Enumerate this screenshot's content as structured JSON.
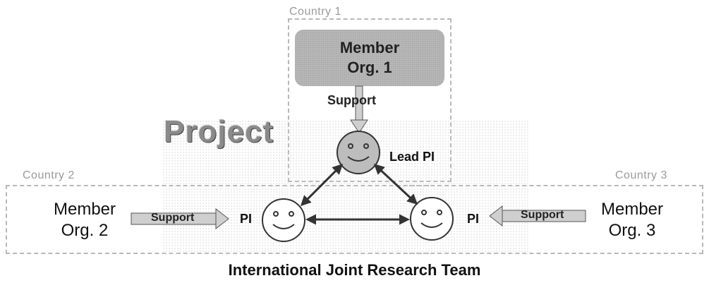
{
  "countries": {
    "c1": "Country 1",
    "c2": "Country 2",
    "c3": "Country 3"
  },
  "members": {
    "m1": [
      "Member",
      "Org. 1"
    ],
    "m2": [
      "Member",
      "Org. 2"
    ],
    "m3": [
      "Member",
      "Org. 3"
    ]
  },
  "support_label": "Support",
  "project_label": "Project",
  "lead_pi_label": "Lead PI",
  "pi_label": "PI",
  "team_label": "International Joint Research Team"
}
